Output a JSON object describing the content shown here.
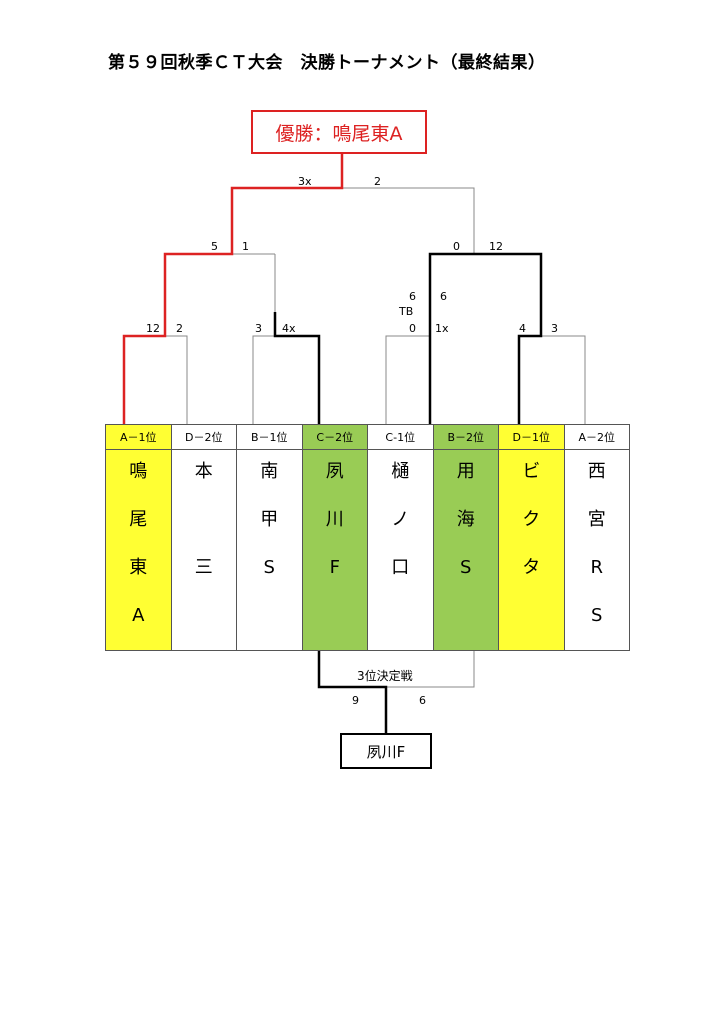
{
  "title": "第５９回秋季ＣＴ大会　決勝トーナメント（最終結果）",
  "champion": "優勝：鳴尾東A",
  "third_place": {
    "label": "3位決定戦",
    "winner": "夙川F",
    "score_left": "9",
    "score_right": "6"
  },
  "scores": {
    "final_left": "3x",
    "final_right": "2",
    "semi1_left": "5",
    "semi1_right": "1",
    "semi2_left": "0",
    "semi2_right": "12",
    "qf2_left_tb_top": "6",
    "qf2_right_tb_top": "6",
    "qf2_tb": "TB",
    "r1_1_left": "12",
    "r1_1_right": "2",
    "r1_2_left": "3",
    "r1_2_right": "4x",
    "r1_3_left": "0",
    "r1_3_right": "1x",
    "r1_4_left": "4",
    "r1_4_right": "3"
  },
  "teams": [
    {
      "seed": "A－1位",
      "chars": [
        "鳴",
        "尾",
        "東",
        "A"
      ],
      "color": "yellow"
    },
    {
      "seed": "D－2位",
      "chars": [
        "本",
        "",
        "三",
        ""
      ],
      "color": "white"
    },
    {
      "seed": "B－1位",
      "chars": [
        "南",
        "甲",
        "S",
        ""
      ],
      "color": "white"
    },
    {
      "seed": "C－2位",
      "chars": [
        "夙",
        "川",
        "F",
        ""
      ],
      "color": "green"
    },
    {
      "seed": "C-1位",
      "chars": [
        "樋",
        "ノ",
        "口",
        ""
      ],
      "color": "white"
    },
    {
      "seed": "B－2位",
      "chars": [
        "用",
        "海",
        "S",
        ""
      ],
      "color": "green"
    },
    {
      "seed": "D－1位",
      "chars": [
        "ビ",
        "ク",
        "タ",
        ""
      ],
      "color": "yellow"
    },
    {
      "seed": "A－2位",
      "chars": [
        "西",
        "宮",
        "R",
        "S"
      ],
      "color": "white"
    }
  ],
  "colors": {
    "winner_line": "#dd2222",
    "advance_line": "#000000",
    "loser_line": "#888888",
    "yellow": "#ffff33",
    "green": "#99cc55"
  }
}
